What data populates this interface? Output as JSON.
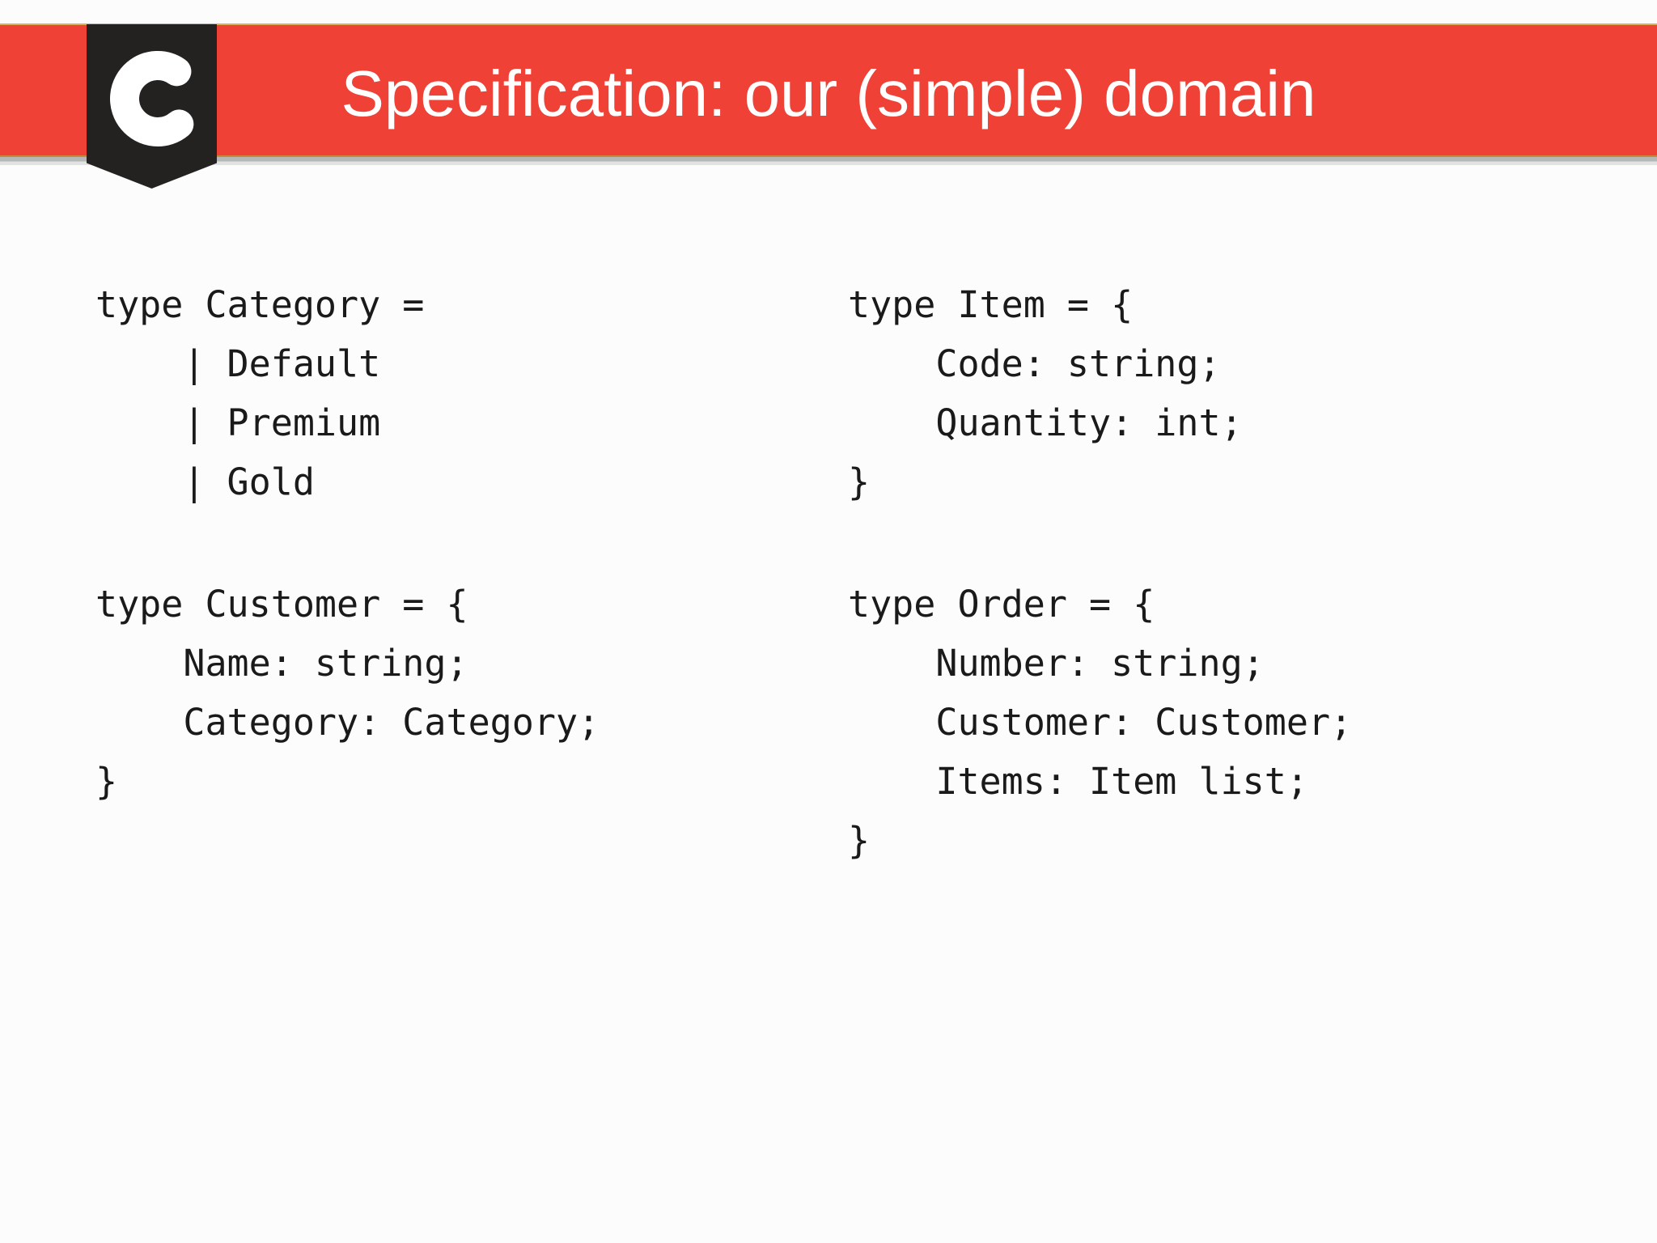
{
  "theme": {
    "slide_bg": "#FCFCFC",
    "banner_red": "#EF4136",
    "accent_gold": "#E3AC50",
    "accent_gold_dark": "#C9873A",
    "badge_black": "#242121",
    "shadow_gray": "#B4B7B6",
    "title_color": "#FFFFFF",
    "code_color": "#1A1A1A",
    "logo_swirl_color": "#FFFFFF"
  },
  "header": {
    "title": "Specification: our (simple) domain",
    "logo_icon": "c-swirl-pennant-badge"
  },
  "code": {
    "left_column": {
      "category_block": [
        "type Category =",
        "    | Default",
        "    | Premium",
        "    | Gold"
      ],
      "customer_block": [
        "type Customer = {",
        "    Name: string;",
        "    Category: Category;",
        "}"
      ]
    },
    "right_column": {
      "item_block": [
        "type Item = {",
        "    Code: string;",
        "    Quantity: int;",
        "}"
      ],
      "order_block": [
        "type Order = {",
        "    Number: string;",
        "    Customer: Customer;",
        "    Items: Item list;",
        "}"
      ]
    }
  }
}
